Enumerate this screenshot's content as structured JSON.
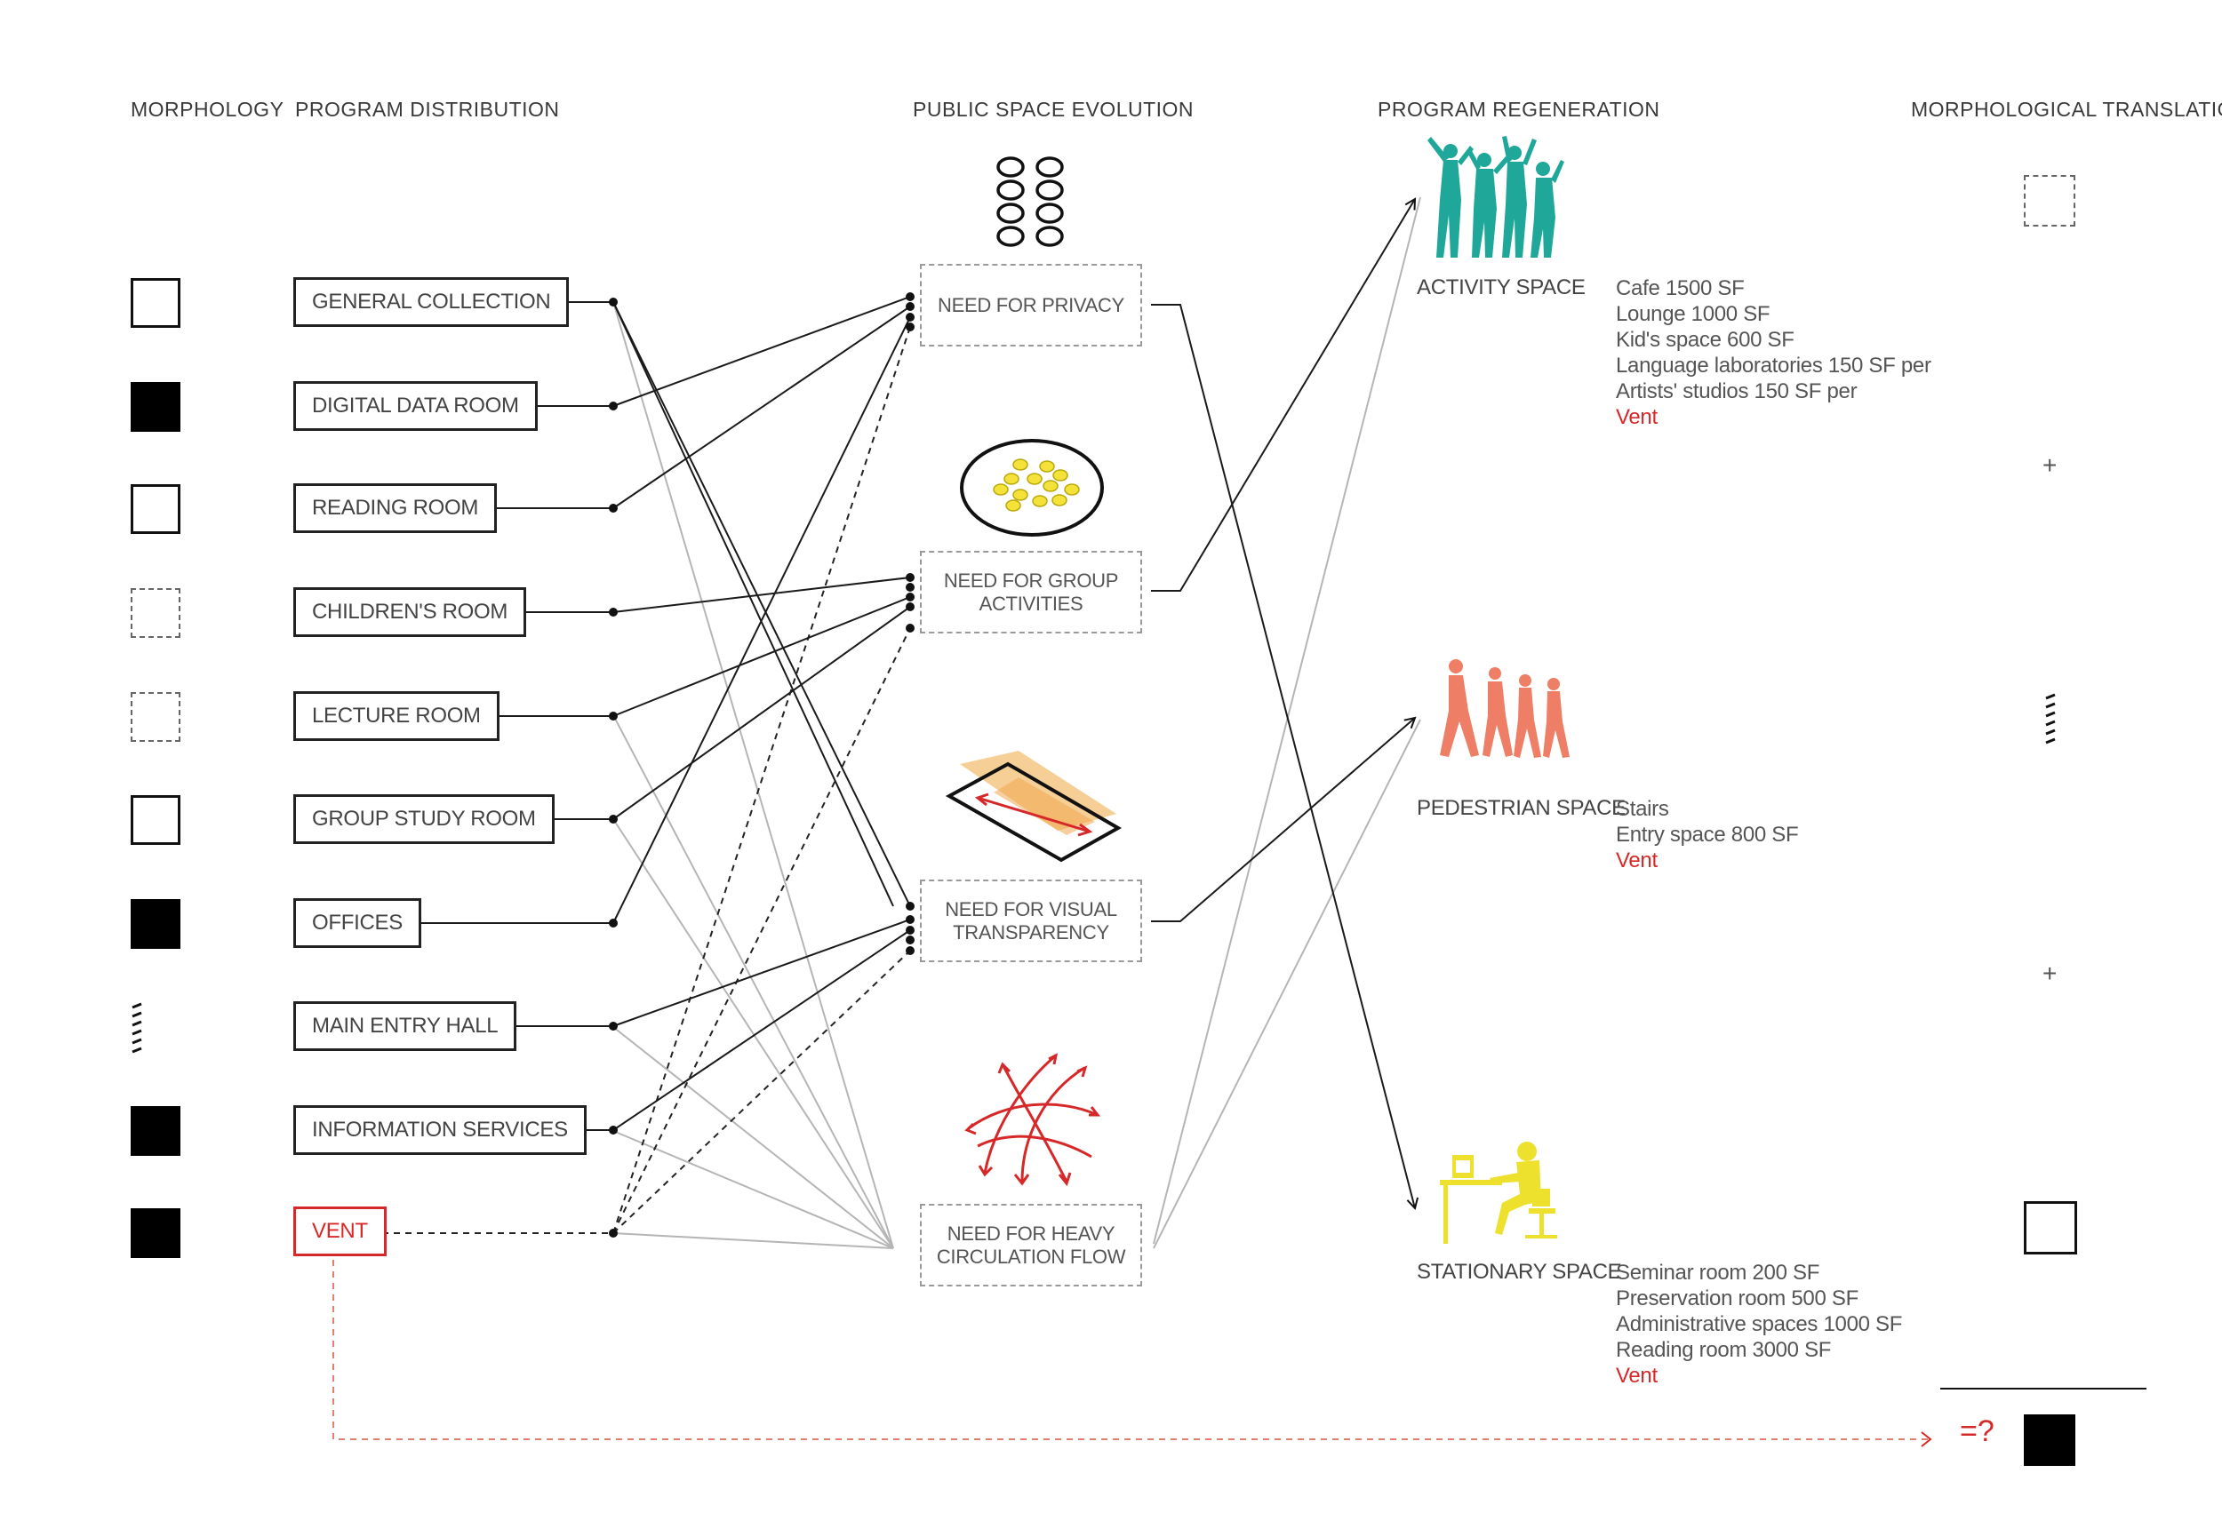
{
  "headers": {
    "morphology": "MORPHOLOGY",
    "program_distribution": "PROGRAM DISTRIBUTION",
    "public_space_evolution": "PUBLIC SPACE EVOLUTION",
    "program_regeneration": "PROGRAM REGENERATION",
    "morphological_translation": "MORPHOLOGICAL TRANSLATION"
  },
  "morphology": [
    "outline",
    "filled",
    "outline",
    "dashed",
    "dashed",
    "outline",
    "filled",
    "hatched",
    "filled",
    "filled"
  ],
  "programs": [
    "GENERAL COLLECTION",
    "DIGITAL DATA ROOM",
    "READING ROOM",
    "CHILDREN'S ROOM",
    "LECTURE ROOM",
    "GROUP STUDY ROOM",
    "OFFICES",
    "MAIN ENTRY HALL",
    "INFORMATION SERVICES",
    "VENT"
  ],
  "needs": [
    "NEED FOR PRIVACY",
    "NEED FOR GROUP ACTIVITIES",
    "NEED FOR VISUAL TRANSPARENCY",
    "NEED FOR HEAVY CIRCULATION FLOW"
  ],
  "spaces": {
    "activity": {
      "label": "ACTIVITY SPACE",
      "color": "#1fa89a",
      "items": [
        "Cafe 1500 SF",
        "Lounge 1000 SF",
        "Kid's space 600 SF",
        "Language laboratories 150 SF per",
        "Artists' studios 150 SF per"
      ],
      "vent": "Vent"
    },
    "pedestrian": {
      "label": "PEDESTRIAN SPACE",
      "color": "#ee7e66",
      "items": [
        "Stairs",
        "Entry space 800 SF"
      ],
      "vent": "Vent"
    },
    "stationary": {
      "label": "STATIONARY SPACE",
      "color": "#ede12e",
      "items": [
        "Seminar room 200 SF",
        "Preservation room 500 SF",
        "Administrative spaces 1000 SF",
        "Reading room 3000 SF"
      ],
      "vent": "Vent"
    }
  },
  "translation": {
    "plus1": "+",
    "plus2": "+",
    "equals": "=?"
  },
  "colors": {
    "vent_red": "#d62828",
    "accent_yellow": "#f4e23a",
    "transparency_orange": "#f3c784"
  }
}
